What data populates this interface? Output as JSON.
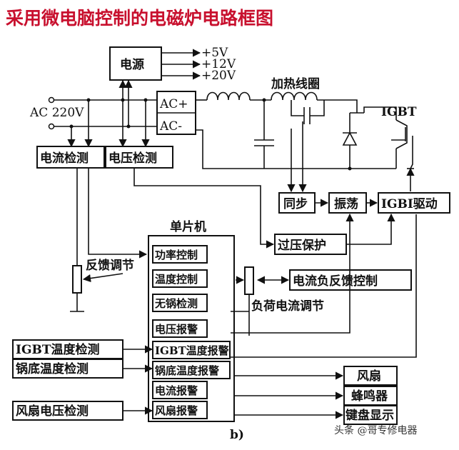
{
  "title": "采用微电脑控制的电磁炉电路框图",
  "power_supply": {
    "label": "电源",
    "outputs": [
      "+5V",
      "+12V",
      "+20V"
    ]
  },
  "ac_input": "AC 220V",
  "rectifier": {
    "pos": "AC+",
    "neg": "AC-"
  },
  "coil_label": "加热线圈",
  "igbt_label": "IGBT",
  "detectors": {
    "current": "电流检测",
    "voltage": "电压检测"
  },
  "control_blocks": {
    "sync": "同步",
    "oscillator": "振荡",
    "igbt_driver": "IGBI驱动",
    "overvoltage": "过压保护",
    "current_feedback": "电流负反馈控制"
  },
  "mcu": {
    "title": "单片机",
    "modules": [
      "功率控制",
      "温度控制",
      "无锅检测",
      "电压报警",
      "IGBT温度报警",
      "锅底温度报警",
      "电流报警",
      "风扇报警"
    ]
  },
  "feedback_adjust": "反馈调节",
  "load_current_adjust": "负荷电流调节",
  "sensors": {
    "igbt_temp": "IGBT温度检测",
    "pot_temp": "锅底温度检测",
    "fan_voltage": "风扇电压检测"
  },
  "outputs": {
    "fan": "风扇",
    "buzzer": "蜂鸣器",
    "display": "键盘显示"
  },
  "figure_label": "b)",
  "watermark": "头条 @哥专修电器"
}
